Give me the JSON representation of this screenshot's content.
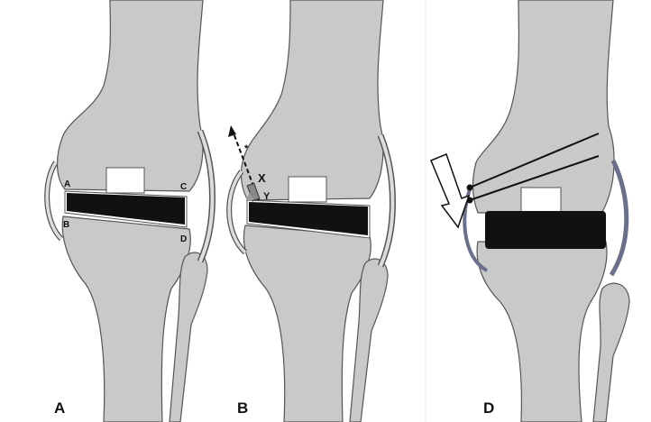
{
  "panels": [
    {
      "label": "A",
      "points": [
        "A",
        "B",
        "C",
        "D"
      ]
    },
    {
      "label": "B",
      "markers": [
        "X",
        "Y",
        "*"
      ]
    },
    {
      "label": "D"
    }
  ],
  "colors": {
    "bone": "#c9c9c9",
    "outline": "#555555",
    "spacer": "#111111",
    "ligament": "#6a6f8c"
  }
}
